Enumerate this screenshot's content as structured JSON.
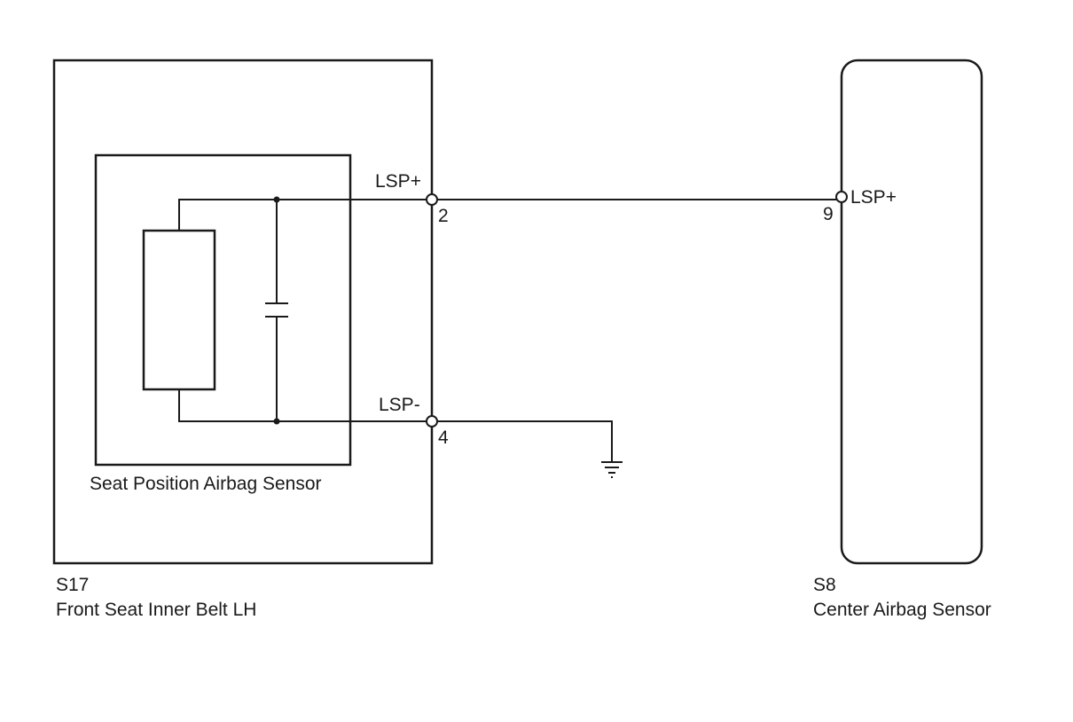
{
  "diagram": {
    "left_connector": {
      "code": "S17",
      "name": "Front Seat Inner Belt LH",
      "inner_component": "Seat Position Airbag Sensor",
      "pins": [
        {
          "signal": "LSP+",
          "number": "2"
        },
        {
          "signal": "LSP-",
          "number": "4"
        }
      ]
    },
    "right_connector": {
      "code": "S8",
      "name": "Center Airbag Sensor",
      "pins": [
        {
          "signal": "LSP+",
          "number": "9"
        }
      ]
    }
  }
}
